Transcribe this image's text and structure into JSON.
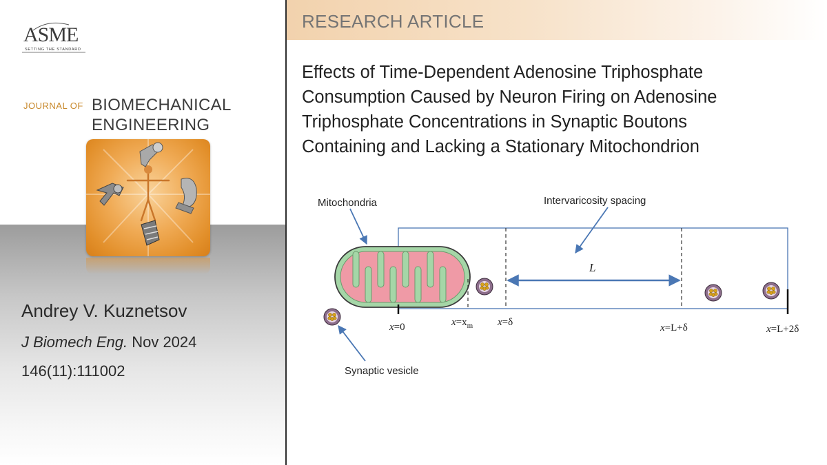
{
  "publisher": {
    "logo_text": "ASME",
    "tagline": "SETTING THE STANDARD"
  },
  "journal": {
    "prefix": "JOURNAL OF",
    "name_line1": "BIOMECHANICAL",
    "name_line2": "ENGINEERING"
  },
  "author": "Andrey V. Kuznetsov",
  "citation": {
    "journal_abbrev": "J Biomech Eng.",
    "date": "Nov 2024",
    "volume_issue": "146(11):111002"
  },
  "article_type": "RESEARCH ARTICLE",
  "title_lines": [
    "Effects of Time-Dependent Adenosine Triphosphate",
    "Consumption Caused by Neuron Firing on Adenosine",
    "Triphosphate Concentrations in Synaptic Boutons",
    "Containing and Lacking a Stationary Mitochondrion"
  ],
  "figure": {
    "label_mitochondria": "Mitochondria",
    "label_spacing": "Intervaricosity spacing",
    "label_vesicle": "Synaptic vesicle",
    "label_L": "L",
    "x_labels": {
      "x0_pre": "x",
      "x0_post": "=0",
      "xm_pre": "x",
      "xm_mid": "=x",
      "xm_sub": "m",
      "xd_pre": "x",
      "xd_post": "=δ",
      "xLd_pre": "x",
      "xLd_post": "=L+δ",
      "xL2d_pre": "x",
      "xL2d_post": "=L+2δ"
    },
    "colors": {
      "mito_outer": "#a5d6a7",
      "mito_inner": "#ef9aa6",
      "line": "#4a77b4",
      "vesicle": "#8d6e8c",
      "vesicle_dots": "#d8a21c"
    }
  },
  "cover_icons": [
    "skeleton-figure-icon",
    "shoulder-implant-icon",
    "knee-implant-icon",
    "hip-implant-icon",
    "spine-segment-icon"
  ]
}
